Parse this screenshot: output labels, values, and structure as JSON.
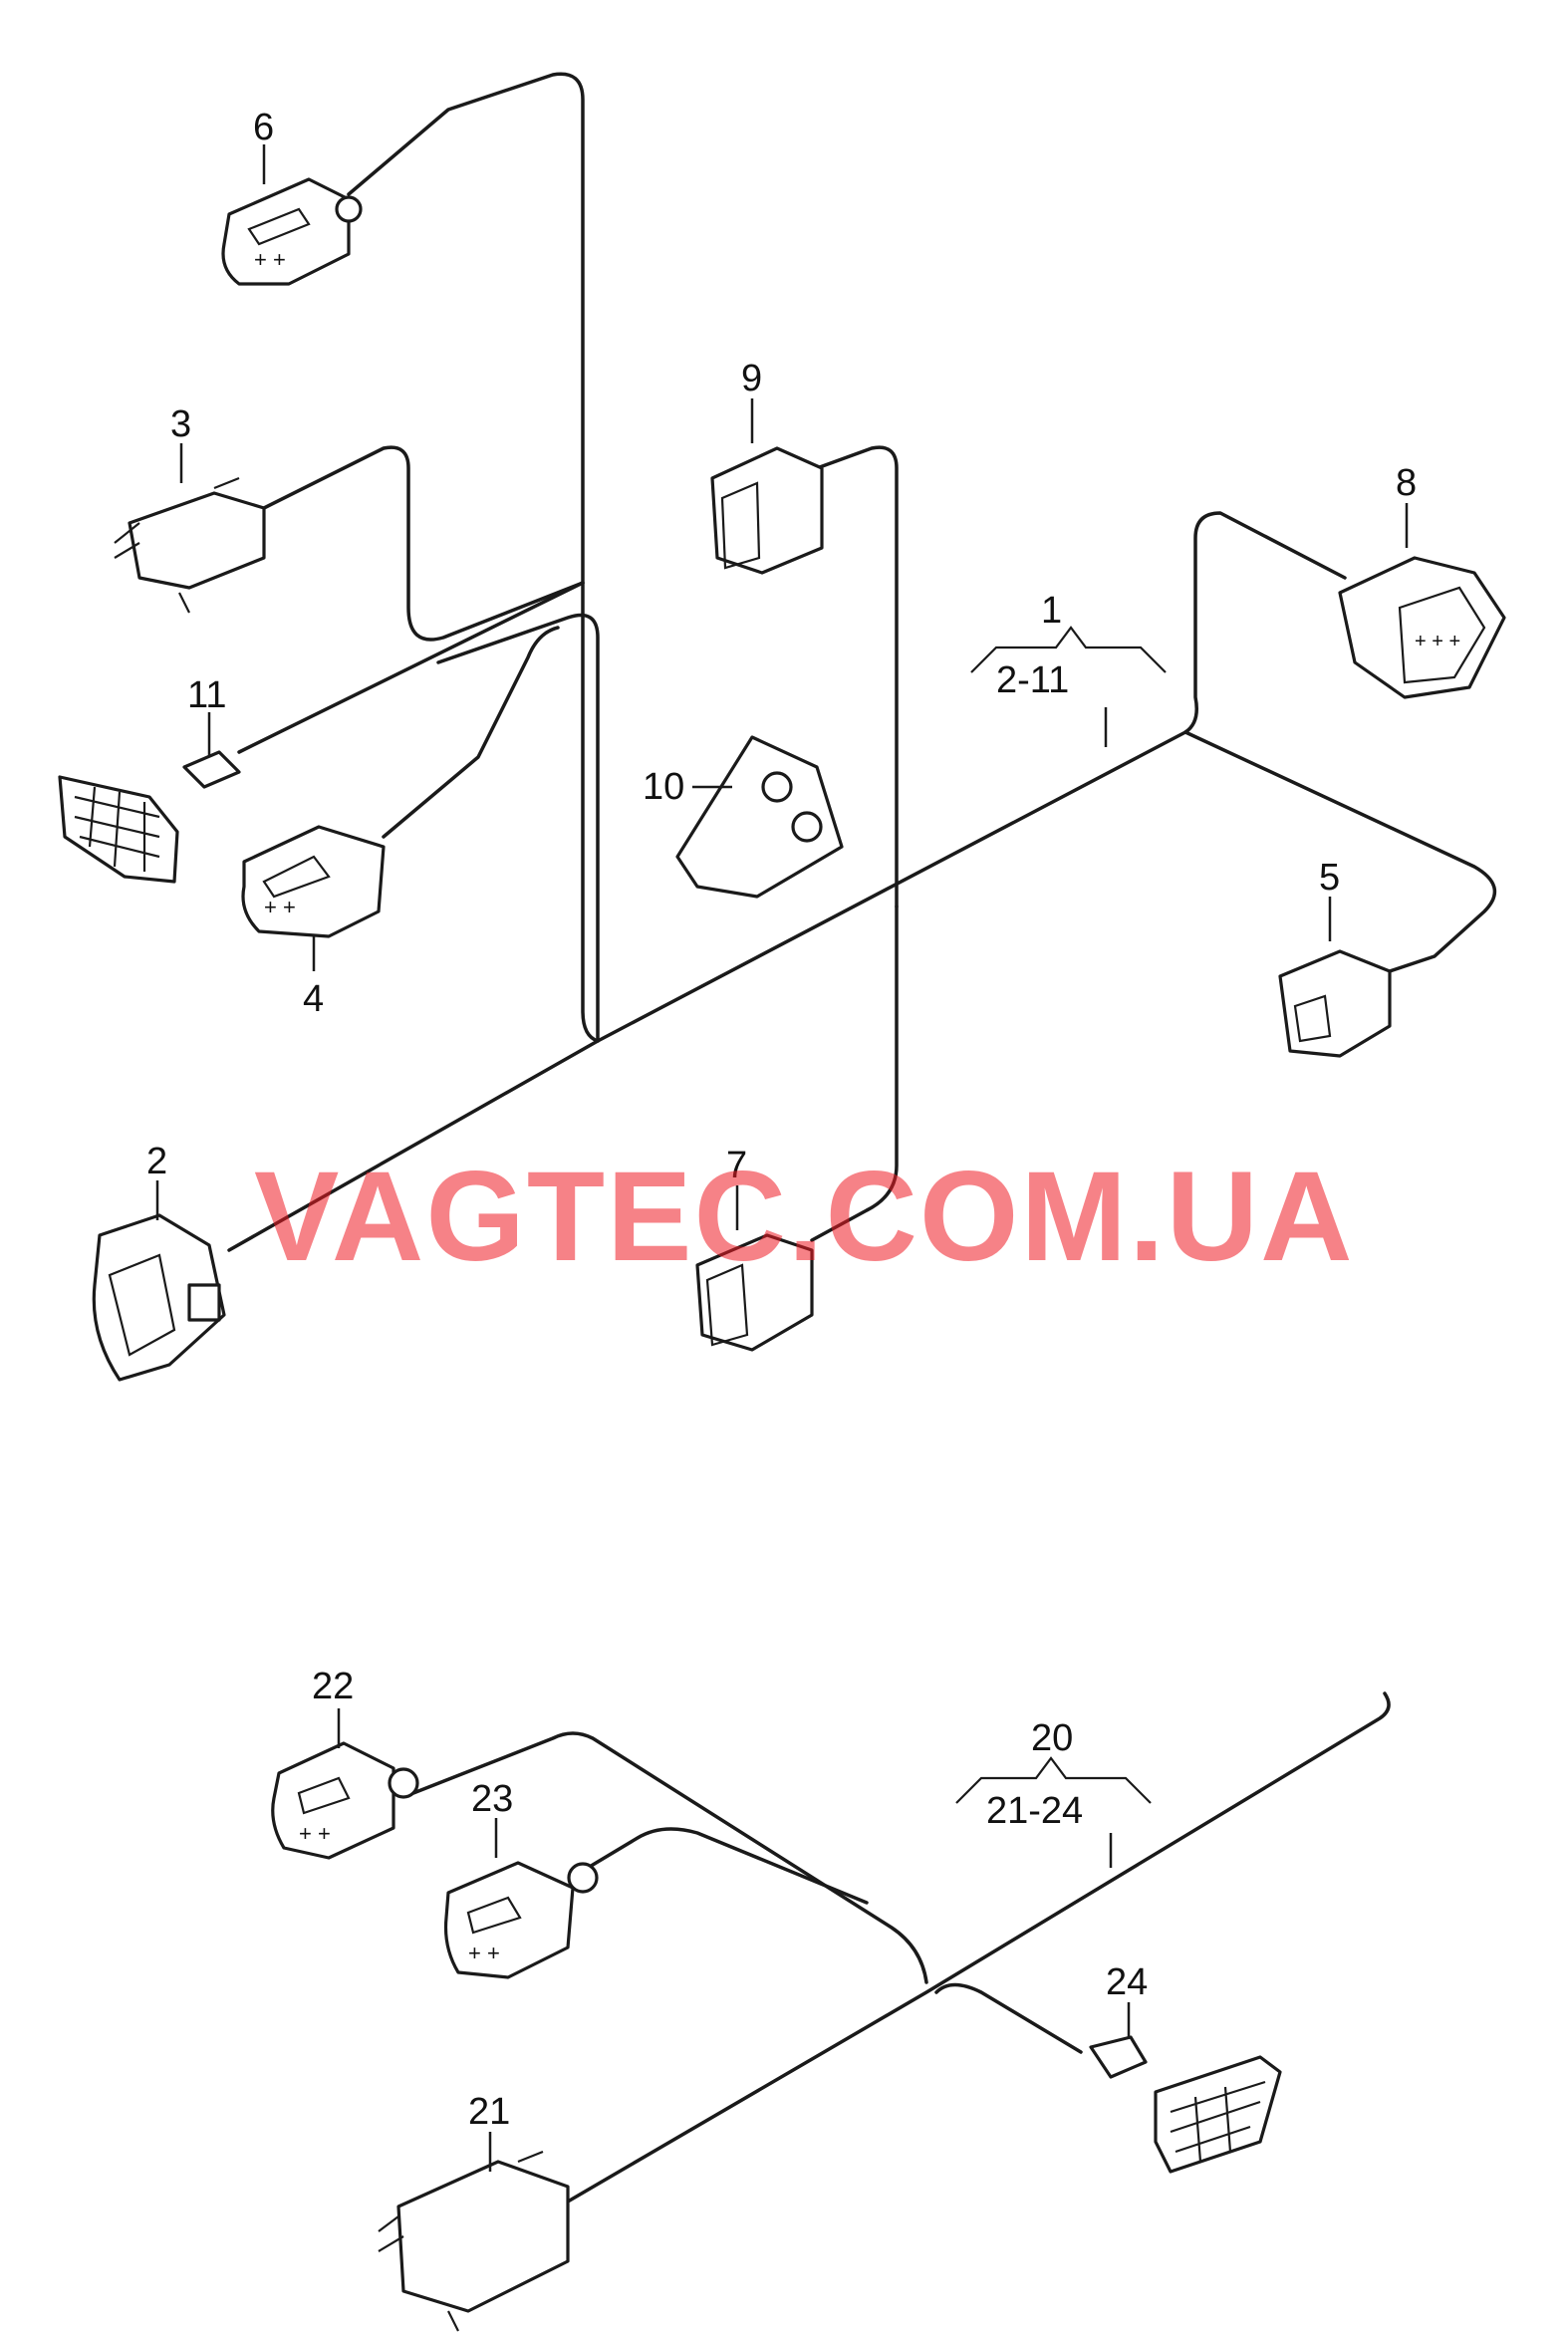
{
  "watermark": "VAGTEC.COM.UA",
  "callouts": {
    "c1": "1",
    "c1_range": "2-11",
    "c2": "2",
    "c3": "3",
    "c4": "4",
    "c5": "5",
    "c6": "6",
    "c7": "7",
    "c8": "8",
    "c9": "9",
    "c10": "10",
    "c11": "11",
    "c20": "20",
    "c20_range": "21-24",
    "c21": "21",
    "c22": "22",
    "c23": "23",
    "c24": "24"
  },
  "colors": {
    "line": "#1a1a1a",
    "watermark": "#ee1c25",
    "background": "#ffffff"
  }
}
